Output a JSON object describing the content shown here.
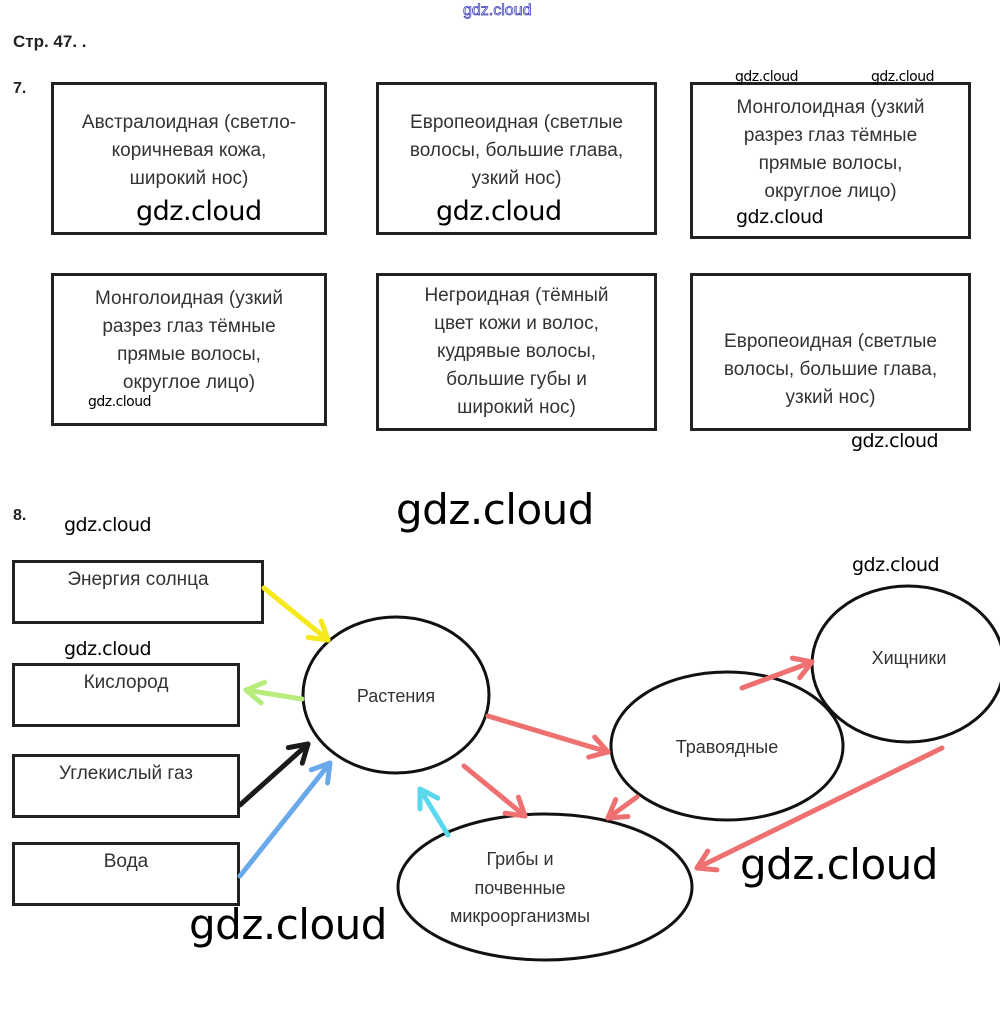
{
  "header": {
    "site_watermark": "gdz.cloud",
    "page_ref": "Стр. 47. ."
  },
  "task7": {
    "number": "7.",
    "boxes": [
      {
        "text": "Австралоидная (светло-\nкоричневая кожа,\nширокий нос)"
      },
      {
        "text": "Европеоидная (светлые\nволосы, большие глава,\nузкий нос)"
      },
      {
        "text": "Монголоидная (узкий\nразрез глаз тёмные\nпрямые волосы,\nокруглое лицо)"
      },
      {
        "text": "Монголоидная (узкий\nразрез глаз тёмные\nпрямые волосы,\nокруглое лицо)"
      },
      {
        "text": "Негроидная (тёмный\nцвет кожи и волос,\nкудрявые волосы,\nбольшие губы и\nширокий нос)"
      },
      {
        "text": "Европеоидная (светлые\nволосы, большие глава,\nузкий нос)"
      }
    ]
  },
  "task8": {
    "number": "8.",
    "sources": [
      {
        "label": "Энергия солнца"
      },
      {
        "label": "Кислород"
      },
      {
        "label": "Углекислый газ"
      },
      {
        "label": "Вода"
      }
    ],
    "nodes": {
      "plants": "Растения",
      "herbivores": "Травоядные",
      "predators": "Хищники",
      "decomposers_line1": "Грибы и",
      "decomposers_line2": "почвенные",
      "decomposers_line3": "микроорганизмы"
    },
    "arrow_colors": {
      "sun": "#f5e81c",
      "oxygen": "#b8ec7c",
      "co2": "#1a1a1a",
      "water": "#6aa8ec",
      "return": "#5ad8ee",
      "food": "#ee7070"
    },
    "edges": [
      {
        "from": "Энергия солнца",
        "to": "Растения",
        "color_key": "sun"
      },
      {
        "from": "Растения",
        "to": "Кислород",
        "color_key": "oxygen"
      },
      {
        "from": "Углекислый газ",
        "to": "Растения",
        "color_key": "co2"
      },
      {
        "from": "Вода",
        "to": "Растения",
        "color_key": "water"
      },
      {
        "from": "Растения",
        "to": "Травоядные",
        "color_key": "food"
      },
      {
        "from": "Растения",
        "to": "Грибы и почвенные микроорганизмы",
        "color_key": "food"
      },
      {
        "from": "Травоядные",
        "to": "Хищники",
        "color_key": "food"
      },
      {
        "from": "Травоядные",
        "to": "Грибы и почвенные микроорганизмы",
        "color_key": "food"
      },
      {
        "from": "Хищники",
        "to": "Грибы и почвенные микроорганизмы",
        "color_key": "food"
      },
      {
        "from": "Грибы и почвенные микроорганизмы",
        "to": "Растения",
        "color_key": "return"
      }
    ]
  },
  "watermark": "gdz.cloud"
}
